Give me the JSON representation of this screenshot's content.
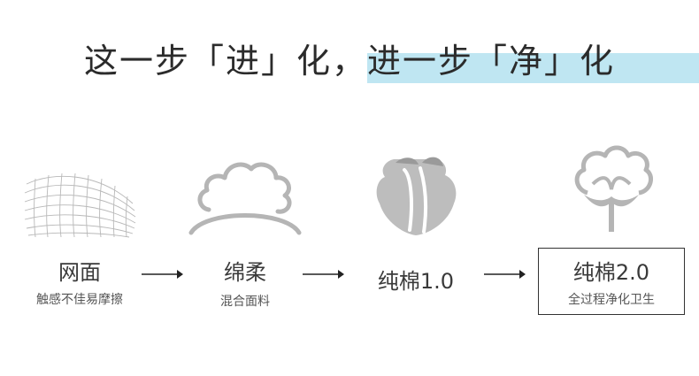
{
  "headline": "这一步「进」化，进一步「净」化",
  "colors": {
    "highlight": "#bfe6f2",
    "icon_gray": "#b5b5b5",
    "text": "#333333"
  },
  "stages": [
    {
      "icon": "mesh-fabric-icon",
      "title": "网面",
      "subtitle": "触感不佳易摩擦"
    },
    {
      "icon": "cotton-cloud-icon",
      "title": "绵柔",
      "subtitle": "混合面料"
    },
    {
      "icon": "cotton-boll-icon",
      "title": "纯棉1.0",
      "subtitle": ""
    },
    {
      "icon": "cotton-flower-icon",
      "title": "纯棉2.0",
      "subtitle": "全过程净化卫生"
    }
  ]
}
